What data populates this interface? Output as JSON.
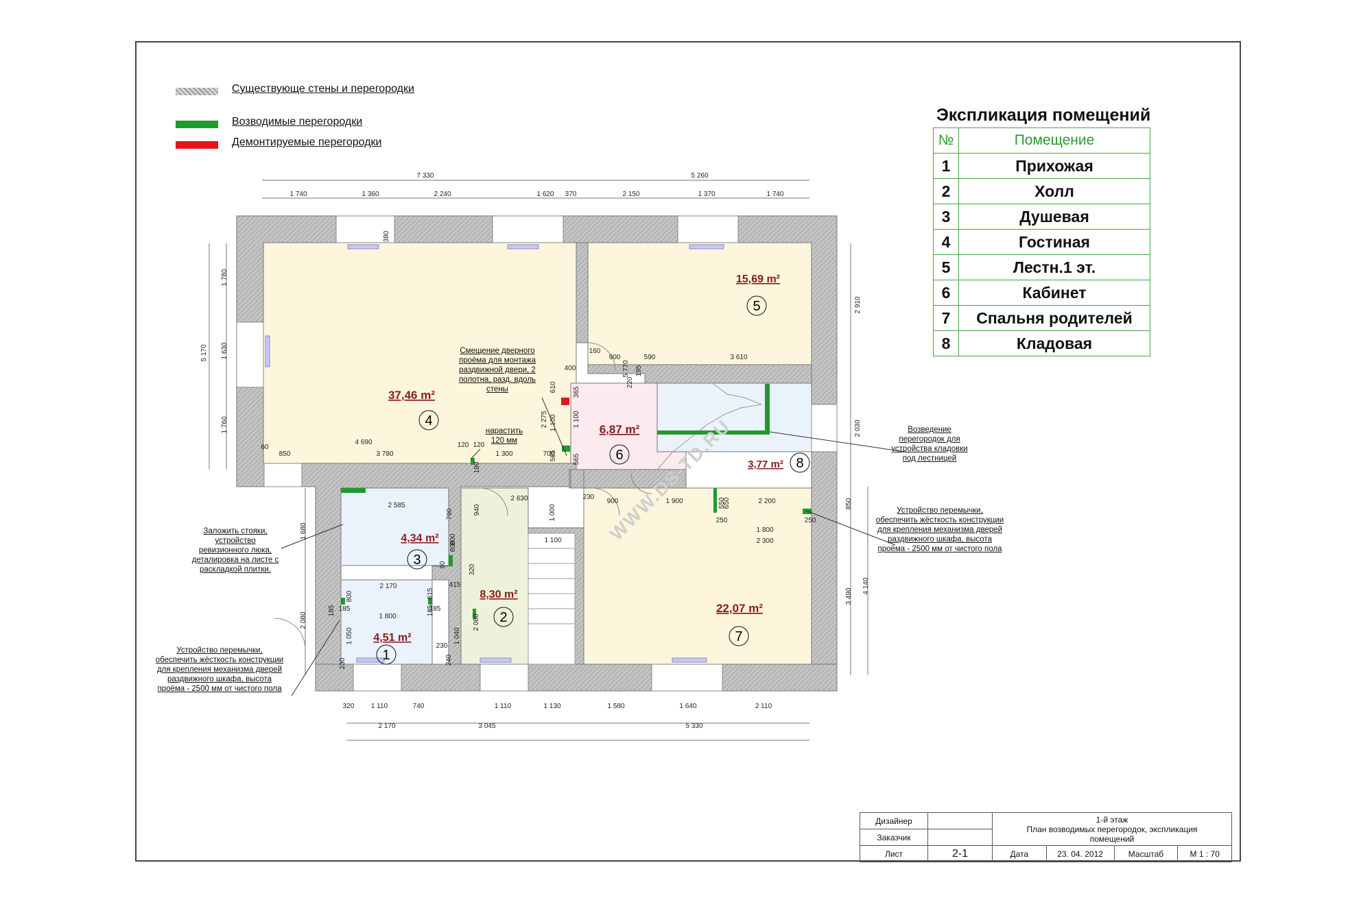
{
  "legend": [
    {
      "label": "Существующе стены и перегородки",
      "color": "#bdbdbd"
    },
    {
      "label": "Возводимые перегородки",
      "color": "#1f9a2e"
    },
    {
      "label": "Демонтируемые перегородки",
      "color": "#e3141b"
    }
  ],
  "explication": {
    "title": "Экспликация помещений",
    "col_no": "№",
    "col_room": "Помещение",
    "rows": [
      {
        "no": "1",
        "name": "Прихожая"
      },
      {
        "no": "2",
        "name": "Холл"
      },
      {
        "no": "3",
        "name": "Душевая"
      },
      {
        "no": "4",
        "name": "Гостиная"
      },
      {
        "no": "5",
        "name": "Лестн.1 эт."
      },
      {
        "no": "6",
        "name": "Кабинет"
      },
      {
        "no": "7",
        "name": "Спальня родителей"
      },
      {
        "no": "8",
        "name": "Кладовая"
      }
    ]
  },
  "rooms": [
    {
      "no": "1",
      "area": "4,51 m²"
    },
    {
      "no": "2",
      "area": "8,30 m²"
    },
    {
      "no": "3",
      "area": "4,34 m²"
    },
    {
      "no": "4",
      "area": "37,46 m²"
    },
    {
      "no": "5",
      "area": "15,69 m²"
    },
    {
      "no": "6",
      "area": "6,87 m²"
    },
    {
      "no": "7",
      "area": "22,07 m²"
    },
    {
      "no": "8",
      "area": "3,77 m²"
    }
  ],
  "dimensions": {
    "top_total_left": "7 330",
    "top_total_right": "5 260",
    "top": [
      "1 740",
      "1 360",
      "2 240",
      "1 620",
      "370",
      "2 150",
      "1 370",
      "1 740"
    ],
    "bottom": [
      "320",
      "1 110",
      "740",
      "1 110",
      "1 130",
      "1 580",
      "1 640",
      "2 110"
    ],
    "bottom_totals": [
      "2 170",
      "3 045",
      "5 330"
    ],
    "left": [
      "1 780",
      "1 630",
      "1 760",
      "5 170",
      "1 680",
      "2 080"
    ],
    "right": [
      "2 910",
      "2 030",
      "850",
      "3 490",
      "4 140"
    ],
    "inner": [
      "380",
      "4 690",
      "3 780",
      "1 300",
      "60",
      "850",
      "120",
      "120",
      "700",
      "180",
      "2 585",
      "790",
      "940",
      "2 630",
      "1 000",
      "1 100",
      "800",
      "320",
      "90",
      "2 170",
      "800",
      "615",
      "415",
      "185",
      "185",
      "185",
      "185",
      "1 800",
      "1 050",
      "1 040",
      "2 080",
      "230",
      "230",
      "240",
      "800",
      "900",
      "590",
      "3 610",
      "160",
      "400",
      "610",
      "365",
      "1 100",
      "2 275",
      "1 100",
      "565",
      "565",
      "5 770",
      "220",
      "195",
      "230",
      "900",
      "1 900",
      "650",
      "550",
      "2 200",
      "250",
      "1 800",
      "250",
      "2 300"
    ]
  },
  "notes": {
    "shift": [
      "Смещение дверного",
      "проёма  для монтажа",
      "раздвижной двери, 2",
      "полотна, разд. вдоль",
      "стены"
    ],
    "grow": [
      "нарастить",
      "120 мм"
    ],
    "storage": [
      "Возведение",
      "перегородок для",
      "устройства кладовки",
      "под лестницей"
    ],
    "lintel_right": [
      "Устройство перемычки,",
      "обеспечить жёсткость конструкции",
      "для  крепления механизма дверей",
      "раздвижного шкафа, высота",
      "проёма - 2500 мм от чистого пола"
    ],
    "risers": [
      "Заложить стояки,",
      "устройство",
      "ревизионного люка,",
      "деталировка на листе с",
      "раскладкой плитки."
    ],
    "lintel_left": [
      "Устройство перемычки,",
      "обеспечить жёсткость конструкции",
      "для  крепления механизма дверей",
      "раздвижного шкафа, высота",
      "проёма - 2500 мм от чистого пола"
    ]
  },
  "watermark": "WWW.DS-TD.RU",
  "stamp": {
    "designer_label": "Дизайнер",
    "client_label": "Заказчик",
    "sheet_label": "Лист",
    "sheet_no": "2-1",
    "title_line1": "1-й этаж",
    "title_line2": "План возводимых перегородок, экспликация",
    "title_line3": "помещений",
    "date_label": "Дата",
    "date": "23. 04. 2012",
    "scale_label": "Масштаб",
    "scale": "М 1 : 70"
  }
}
